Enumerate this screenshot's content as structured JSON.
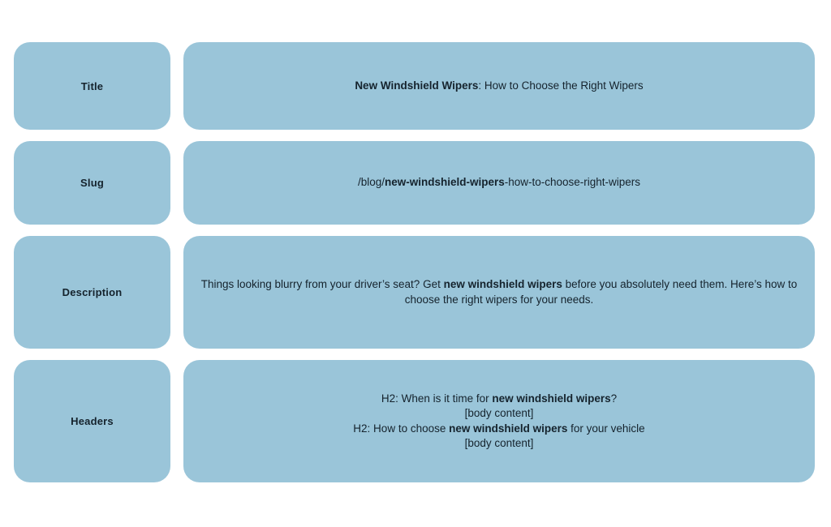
{
  "colors": {
    "page_background": "#FFFFFF",
    "box_background": "#9AC5D9",
    "text": "#15232D"
  },
  "rows": [
    {
      "label": "Title",
      "lines": [
        {
          "segments": [
            {
              "text": "New Windshield Wipers",
              "bold": true
            },
            {
              "text": ": How to Choose the Right Wipers",
              "bold": false
            }
          ]
        }
      ]
    },
    {
      "label": "Slug",
      "lines": [
        {
          "segments": [
            {
              "text": "/blog/",
              "bold": false
            },
            {
              "text": "new-windshield-wipers",
              "bold": true
            },
            {
              "text": "-how-to-choose-right-wipers",
              "bold": false
            }
          ]
        }
      ]
    },
    {
      "label": "Description",
      "lines": [
        {
          "segments": [
            {
              "text": "Things looking blurry from your driver’s seat? Get ",
              "bold": false
            },
            {
              "text": "new windshield wipers",
              "bold": true
            },
            {
              "text": " before you absolutely need them. Here’s how to choose the right wipers for your needs.",
              "bold": false
            }
          ]
        }
      ]
    },
    {
      "label": "Headers",
      "lines": [
        {
          "segments": [
            {
              "text": "H2: When is it time for ",
              "bold": false
            },
            {
              "text": "new windshield wipers",
              "bold": true
            },
            {
              "text": "?",
              "bold": false
            }
          ]
        },
        {
          "segments": [
            {
              "text": "[body content]",
              "bold": false
            }
          ]
        },
        {
          "segments": [
            {
              "text": "H2: How to choose ",
              "bold": false
            },
            {
              "text": "new windshield wipers",
              "bold": true
            },
            {
              "text": " for your vehicle",
              "bold": false
            }
          ]
        },
        {
          "segments": [
            {
              "text": "[body content]",
              "bold": false
            }
          ]
        }
      ]
    }
  ]
}
